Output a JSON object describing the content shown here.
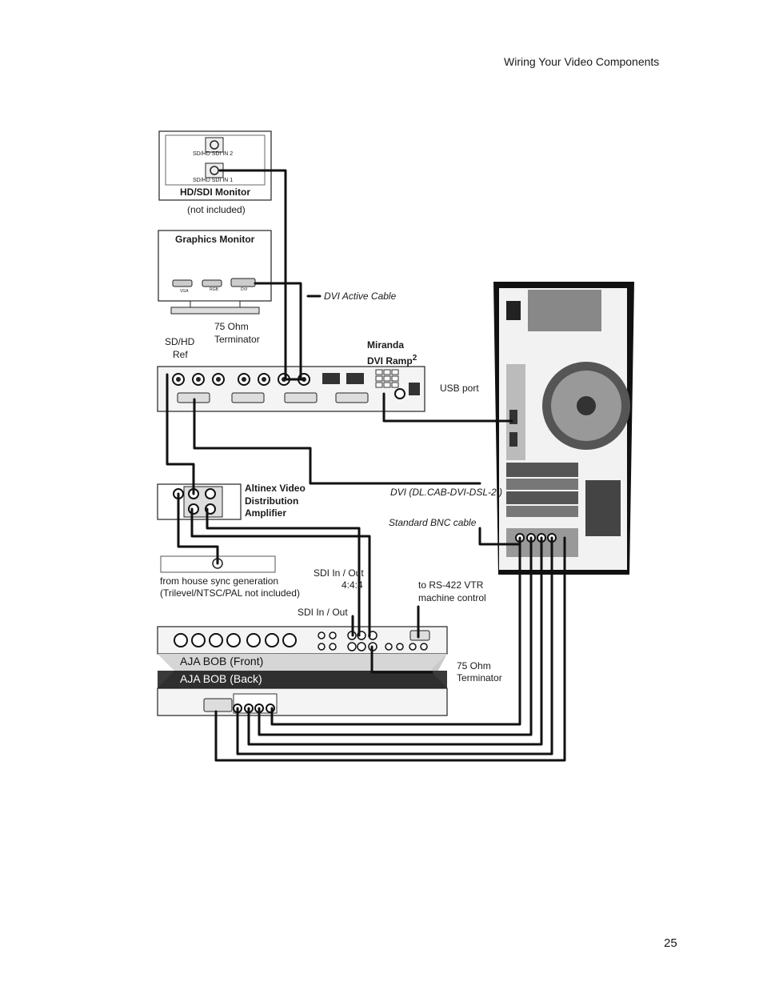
{
  "page": {
    "header": "Wiring Your Video Components",
    "page_number": "25"
  },
  "hd_monitor": {
    "port1": "SD/HD SDI IN 2",
    "port2": "SD/HD SDI IN 1",
    "title": "HD/SDI Monitor",
    "note": "(not included)"
  },
  "graphics_monitor": {
    "title": "Graphics Monitor",
    "ports": [
      "VGA",
      "RGB",
      "DVI"
    ]
  },
  "labels": {
    "dvi_active": "DVI Active Cable",
    "terminator1_a": "75 Ohm",
    "terminator1_b": "Terminator",
    "sdhd_ref_a": "SD/HD",
    "sdhd_ref_b": "Ref",
    "miranda_a": "Miranda",
    "miranda_b": "DVI Ramp",
    "miranda_sup": "2",
    "usb_port": "USB port",
    "altinex_a": "Altinex Video",
    "altinex_b": "Distribution",
    "altinex_c": "Amplifier",
    "dvi_cab": "DVI (DL.CAB-DVI-DSL-2 )",
    "bnc_cable": "Standard BNC cable",
    "house_sync_a": "from house sync generation",
    "house_sync_b": "(Trilevel/NTSC/PAL not included)",
    "sdi_444_a": "SDI In / Out",
    "sdi_444_b": "4:4:4",
    "rs422_a": "to RS-422 VTR",
    "rs422_b": "machine control",
    "sdi_inout": "SDI In / Out",
    "terminator2_a": "75 Ohm",
    "terminator2_b": "Terminator",
    "bob_front": "AJA BOB (Front)",
    "bob_back": "AJA BOB (Back)"
  }
}
